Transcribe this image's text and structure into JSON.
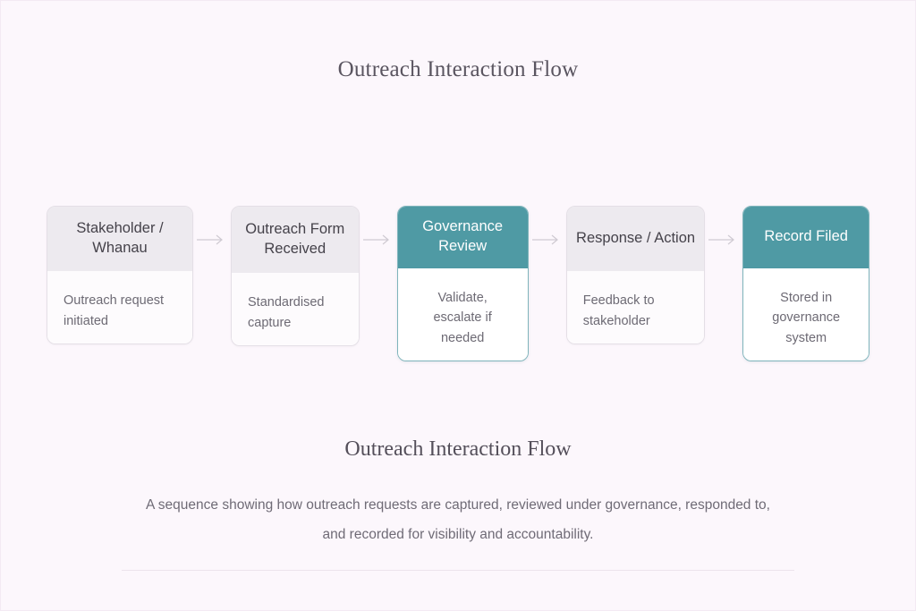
{
  "page": {
    "title": "Outreach Interaction Flow",
    "background_color": "#fcf7fc",
    "accent_color": "#4f9aa4",
    "muted_header_color": "#edeaef",
    "text_color": "#6d6a74"
  },
  "flow": {
    "arrow_icon": "arrow-right-icon",
    "nodes": [
      {
        "id": "stakeholder-whanau",
        "header": "Stakeholder / Whanau",
        "body": "Outreach request initiated",
        "style": "plain",
        "body_align": "left"
      },
      {
        "id": "outreach-form-received",
        "header": "Outreach Form Received",
        "body": "Standardised capture",
        "style": "plain",
        "body_align": "left"
      },
      {
        "id": "governance-review",
        "header": "Governance Review",
        "body": "Validate, escalate if needed",
        "style": "accent",
        "body_align": "center"
      },
      {
        "id": "response-action",
        "header": "Response / Action",
        "body": "Feedback to stakeholder",
        "style": "plain",
        "body_align": "center"
      },
      {
        "id": "record-filed",
        "header": "Record Filed",
        "body": "Stored in governance system",
        "style": "accent",
        "body_align": "center"
      }
    ]
  },
  "caption": {
    "title": "Outreach Interaction Flow",
    "description": "A sequence showing how outreach requests are captured, reviewed under governance, responded to, and recorded for visibility and accountability."
  }
}
